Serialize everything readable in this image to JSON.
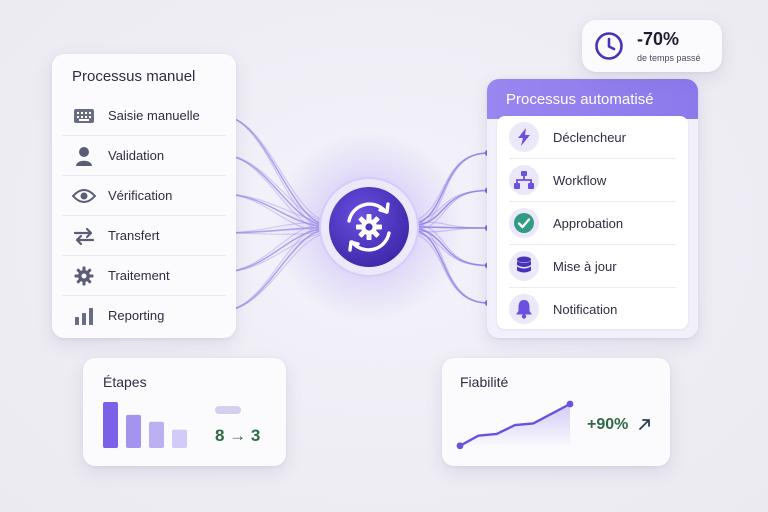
{
  "manual": {
    "title": "Processus manuel",
    "items": [
      {
        "label": "Saisie manuelle",
        "icon": "keyboard-icon"
      },
      {
        "label": "Validation",
        "icon": "user-icon"
      },
      {
        "label": "Vérification",
        "icon": "eye-icon"
      },
      {
        "label": "Transfert",
        "icon": "swap-arrows-icon"
      },
      {
        "label": "Traitement",
        "icon": "gear-icon"
      },
      {
        "label": "Reporting",
        "icon": "bar-chart-icon"
      }
    ]
  },
  "automated": {
    "title": "Processus automatisé",
    "items": [
      {
        "label": "Déclencheur",
        "icon": "lightning-icon"
      },
      {
        "label": "Workflow",
        "icon": "workflow-icon"
      },
      {
        "label": "Approbation",
        "icon": "check-circle-icon"
      },
      {
        "label": "Mise à jour",
        "icon": "database-icon"
      },
      {
        "label": "Notification",
        "icon": "bell-icon"
      }
    ]
  },
  "hub": {
    "icon": "sync-gear-icon"
  },
  "badge": {
    "value": "-70%",
    "caption": "de temps passé",
    "icon": "clock-icon"
  },
  "steps": {
    "title": "Étapes",
    "ratio": "8 → 3",
    "bar_levels": [
      1.0,
      0.72,
      0.57,
      0.4
    ]
  },
  "reliability": {
    "title": "Fiabilité",
    "value": "+90%",
    "trend": [
      0.05,
      0.28,
      0.32,
      0.52,
      0.56,
      0.78,
      1.0
    ]
  },
  "colors": {
    "accent": "#7b61e8",
    "accent_dark": "#4a33b8",
    "positive": "#2d6a45",
    "icon_gray": "#5b5d78",
    "approval": "#2f9c84"
  }
}
